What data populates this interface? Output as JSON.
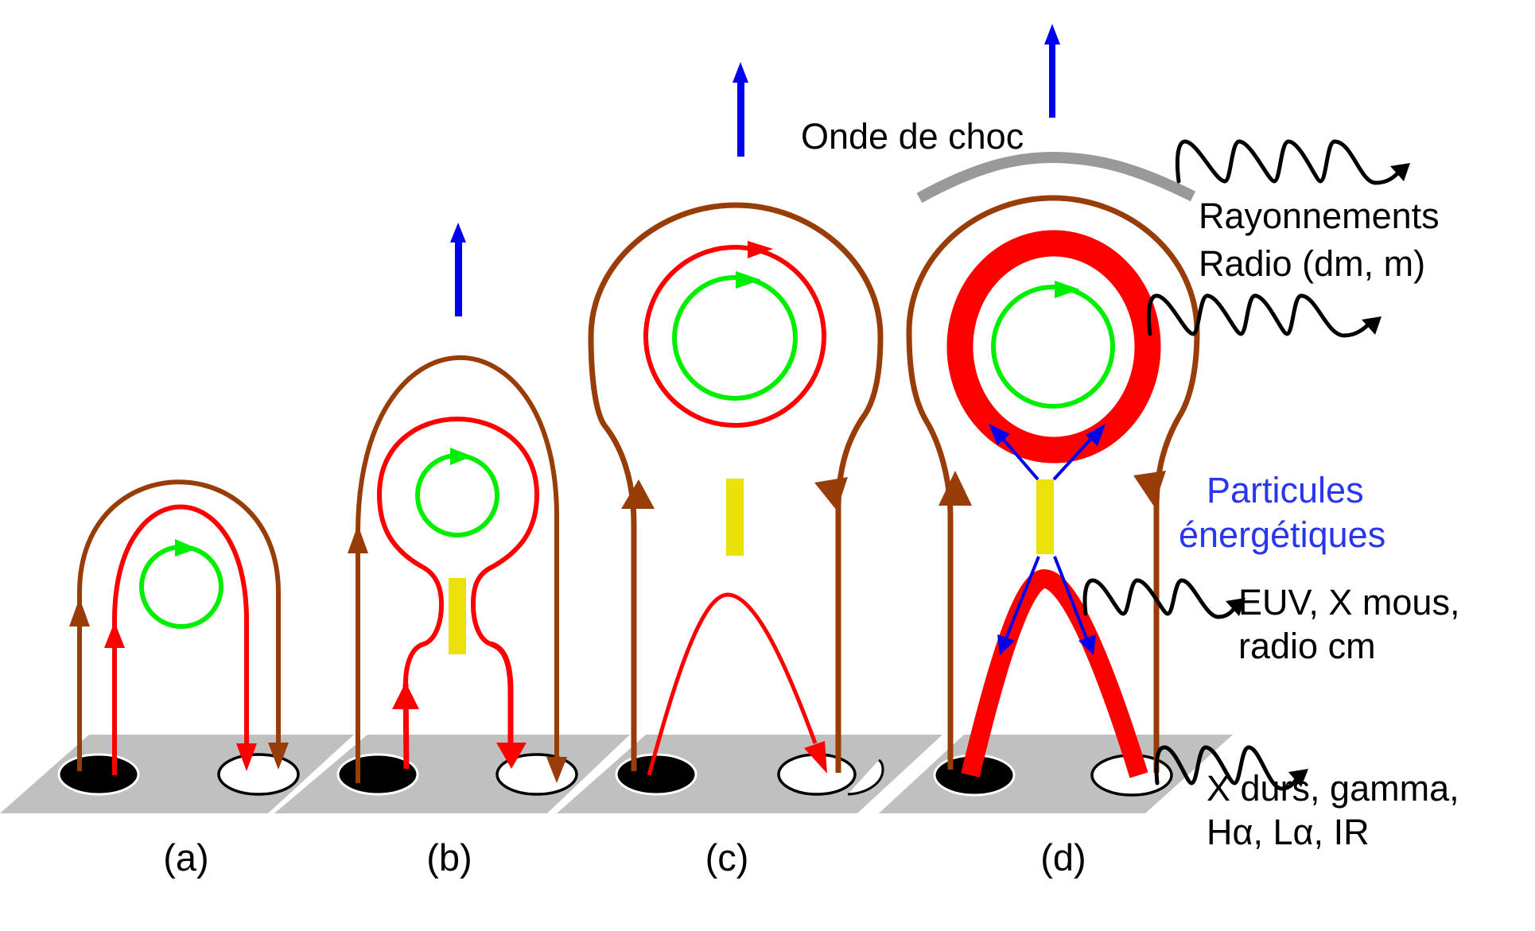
{
  "figure": {
    "title": "Standard flare / CME eruption model in four stages",
    "panels": [
      {
        "id": "a",
        "label": "(a)",
        "description": "Sheared arcade with twisted flux rope above bipolar sunspots"
      },
      {
        "id": "b",
        "label": "(b)",
        "description": "Flux rope rises, current sheet forms below"
      },
      {
        "id": "c",
        "label": "(c)",
        "description": "Reconnection forms post-flare loop, plasmoid rises"
      },
      {
        "id": "d",
        "label": "(d)",
        "description": "CME ejection with shock wave and energetic particles"
      }
    ],
    "annotations": {
      "shock_wave": "Onde de choc",
      "radio_emission_line1": "Rayonnements",
      "radio_emission_line2": "Radio (dm, m)",
      "particles_line1": "Particules",
      "particles_line2": "énergétiques",
      "euv_line1": "EUV, X mous,",
      "euv_line2": "radio cm",
      "hxr_line1": "X durs, gamma,",
      "hxr_line2": "Hα, Lα, IR"
    },
    "legend_semantics": {
      "brown_lines": "overlying magnetic field lines",
      "red_lines": "reconnecting field lines / flare loops",
      "green_circles": "twisted flux rope",
      "yellow_bars": "current sheet",
      "blue_arrows": "upward motion / particle acceleration",
      "black_ellipses": "negative polarity sunspots",
      "white_ellipses": "positive polarity sunspots",
      "gray_arc": "shock wave",
      "wavy_arrows": "emitted radiation"
    }
  },
  "colors": {
    "field_brown": "#993d08",
    "field_red": "#ff0000",
    "rope_green": "#00ee00",
    "sheet_yellow": "#ebe20b",
    "motion_blue": "#0000ee",
    "particle_text_blue": "#2a36ee",
    "photosphere_gray": "#c0c0c0",
    "shock_gray": "#999999",
    "ink_black": "#000000"
  }
}
